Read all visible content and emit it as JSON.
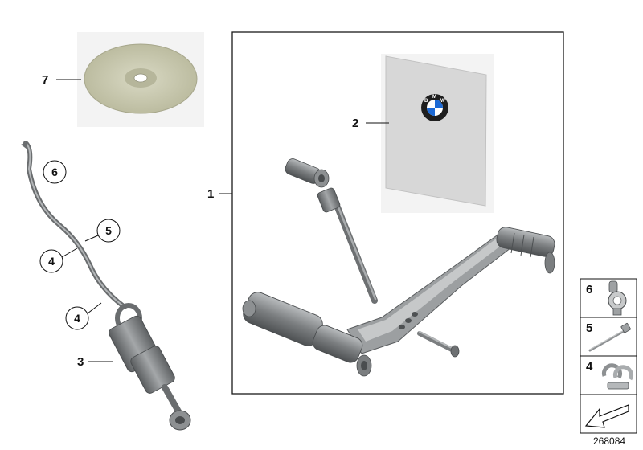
{
  "callouts": {
    "c1": "1",
    "c2": "2",
    "c3": "3",
    "c4a": "4",
    "c4b": "4",
    "c5": "5",
    "c6": "6",
    "c7": "7"
  },
  "legend": {
    "item6": "6",
    "item5": "5",
    "item4": "4"
  },
  "brand": {
    "letters": [
      "B",
      "M",
      "W"
    ]
  },
  "document_number": "268084",
  "colors": {
    "metal_dark": "#5e6163",
    "metal_mid": "#8c8f91",
    "metal_light": "#c4c6c7",
    "disc": "#c9c9ad",
    "manual": "#d7d7d7",
    "bmw_blue": "#1c69d4",
    "frame": "#1a1a1a"
  },
  "icons": [
    "cd-disc",
    "manual-book",
    "bmw-logo",
    "gear-shift-lever",
    "shift-rod",
    "pivot-bolt",
    "shift-linkage",
    "hose-clamp",
    "cable-tie",
    "cable-clip",
    "arrow-left-down"
  ]
}
